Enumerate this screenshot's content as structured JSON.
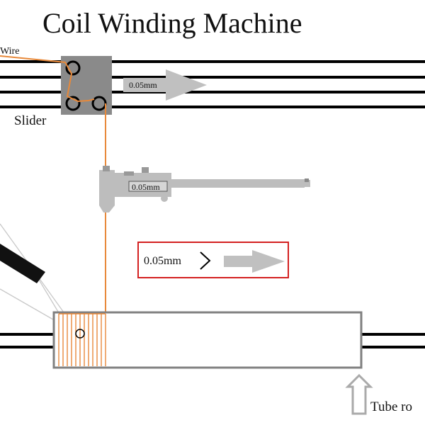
{
  "title": "Coil Winding Machine",
  "labels": {
    "wire": "Wire",
    "slider": "Slider",
    "tube": "Tube ro"
  },
  "slider_step": {
    "value": "0.05mm"
  },
  "caliper": {
    "reading": "0.05mm"
  },
  "step_box": {
    "value": "0.05mm",
    "symbol": ">"
  },
  "colors": {
    "wire": "#e8893a",
    "rail": "#000000",
    "slider_body": "#8a8a8a",
    "arrow": "#c0c0c0",
    "caliper": "#bdbdbd",
    "box_border": "#d42020",
    "tube_border": "#808080"
  }
}
